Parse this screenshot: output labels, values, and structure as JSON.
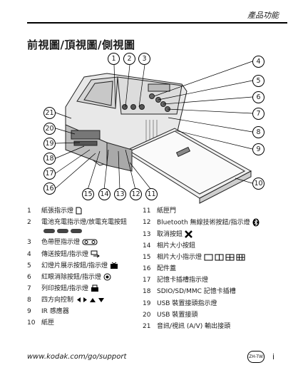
{
  "header": {
    "section_title": "產品功能"
  },
  "page_title": "前視圖/頂視圖/側視圖",
  "callouts": {
    "c1": "1",
    "c2": "2",
    "c3": "3",
    "c4": "4",
    "c5": "5",
    "c6": "6",
    "c7": "7",
    "c8": "8",
    "c9": "9",
    "c10": "10",
    "c11": "11",
    "c12": "12",
    "c13": "13",
    "c14": "14",
    "c15": "15",
    "c16": "16",
    "c17": "17",
    "c18": "18",
    "c19": "19",
    "c20": "20",
    "c21": "21"
  },
  "legend_left": [
    {
      "num": "1",
      "text": "紙張指示燈"
    },
    {
      "num": "2",
      "text": "電池充電指示燈/放電充電按鈕"
    },
    {
      "num": "3",
      "text": "色帶匣指示燈"
    },
    {
      "num": "4",
      "text": "傳送按鈕/指示燈"
    },
    {
      "num": "5",
      "text": "幻燈片展示按鈕/指示燈"
    },
    {
      "num": "6",
      "text": "紅眼消除按鈕/指示燈"
    },
    {
      "num": "7",
      "text": "列印按鈕/指示燈"
    },
    {
      "num": "8",
      "text": "四方向控制"
    },
    {
      "num": "9",
      "text": "IR 感應器"
    },
    {
      "num": "10",
      "text": "紙匣"
    }
  ],
  "legend_right": [
    {
      "num": "11",
      "text": "紙匣門"
    },
    {
      "num": "12",
      "text": "Bluetooth 無線技術按鈕/指示燈"
    },
    {
      "num": "13",
      "text": "取消按鈕"
    },
    {
      "num": "14",
      "text": "相片大小按鈕"
    },
    {
      "num": "15",
      "text": "相片大小指示燈"
    },
    {
      "num": "16",
      "text": "配件蓋"
    },
    {
      "num": "17",
      "text": "記憶卡插槽指示燈"
    },
    {
      "num": "18",
      "text": "SDIO/SD/MMC 記憶卡插槽"
    },
    {
      "num": "19",
      "text": "USB 裝置接頭指示燈"
    },
    {
      "num": "20",
      "text": "USB 裝置接頭"
    },
    {
      "num": "21",
      "text": "音訊/視訊 (A/V) 輸出接頭"
    }
  ],
  "footer": {
    "url": "www.kodak.com/go/support",
    "lang_badge": "ZH-TW",
    "page_number": "i"
  }
}
